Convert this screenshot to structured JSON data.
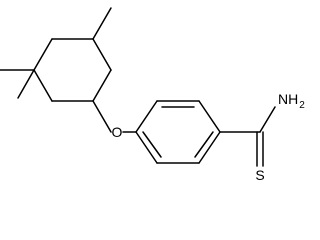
{
  "molecule": {
    "atoms": {
      "oxygen": "O",
      "amine": "NH",
      "amine_subscript": "2",
      "sulfur": "S"
    }
  }
}
